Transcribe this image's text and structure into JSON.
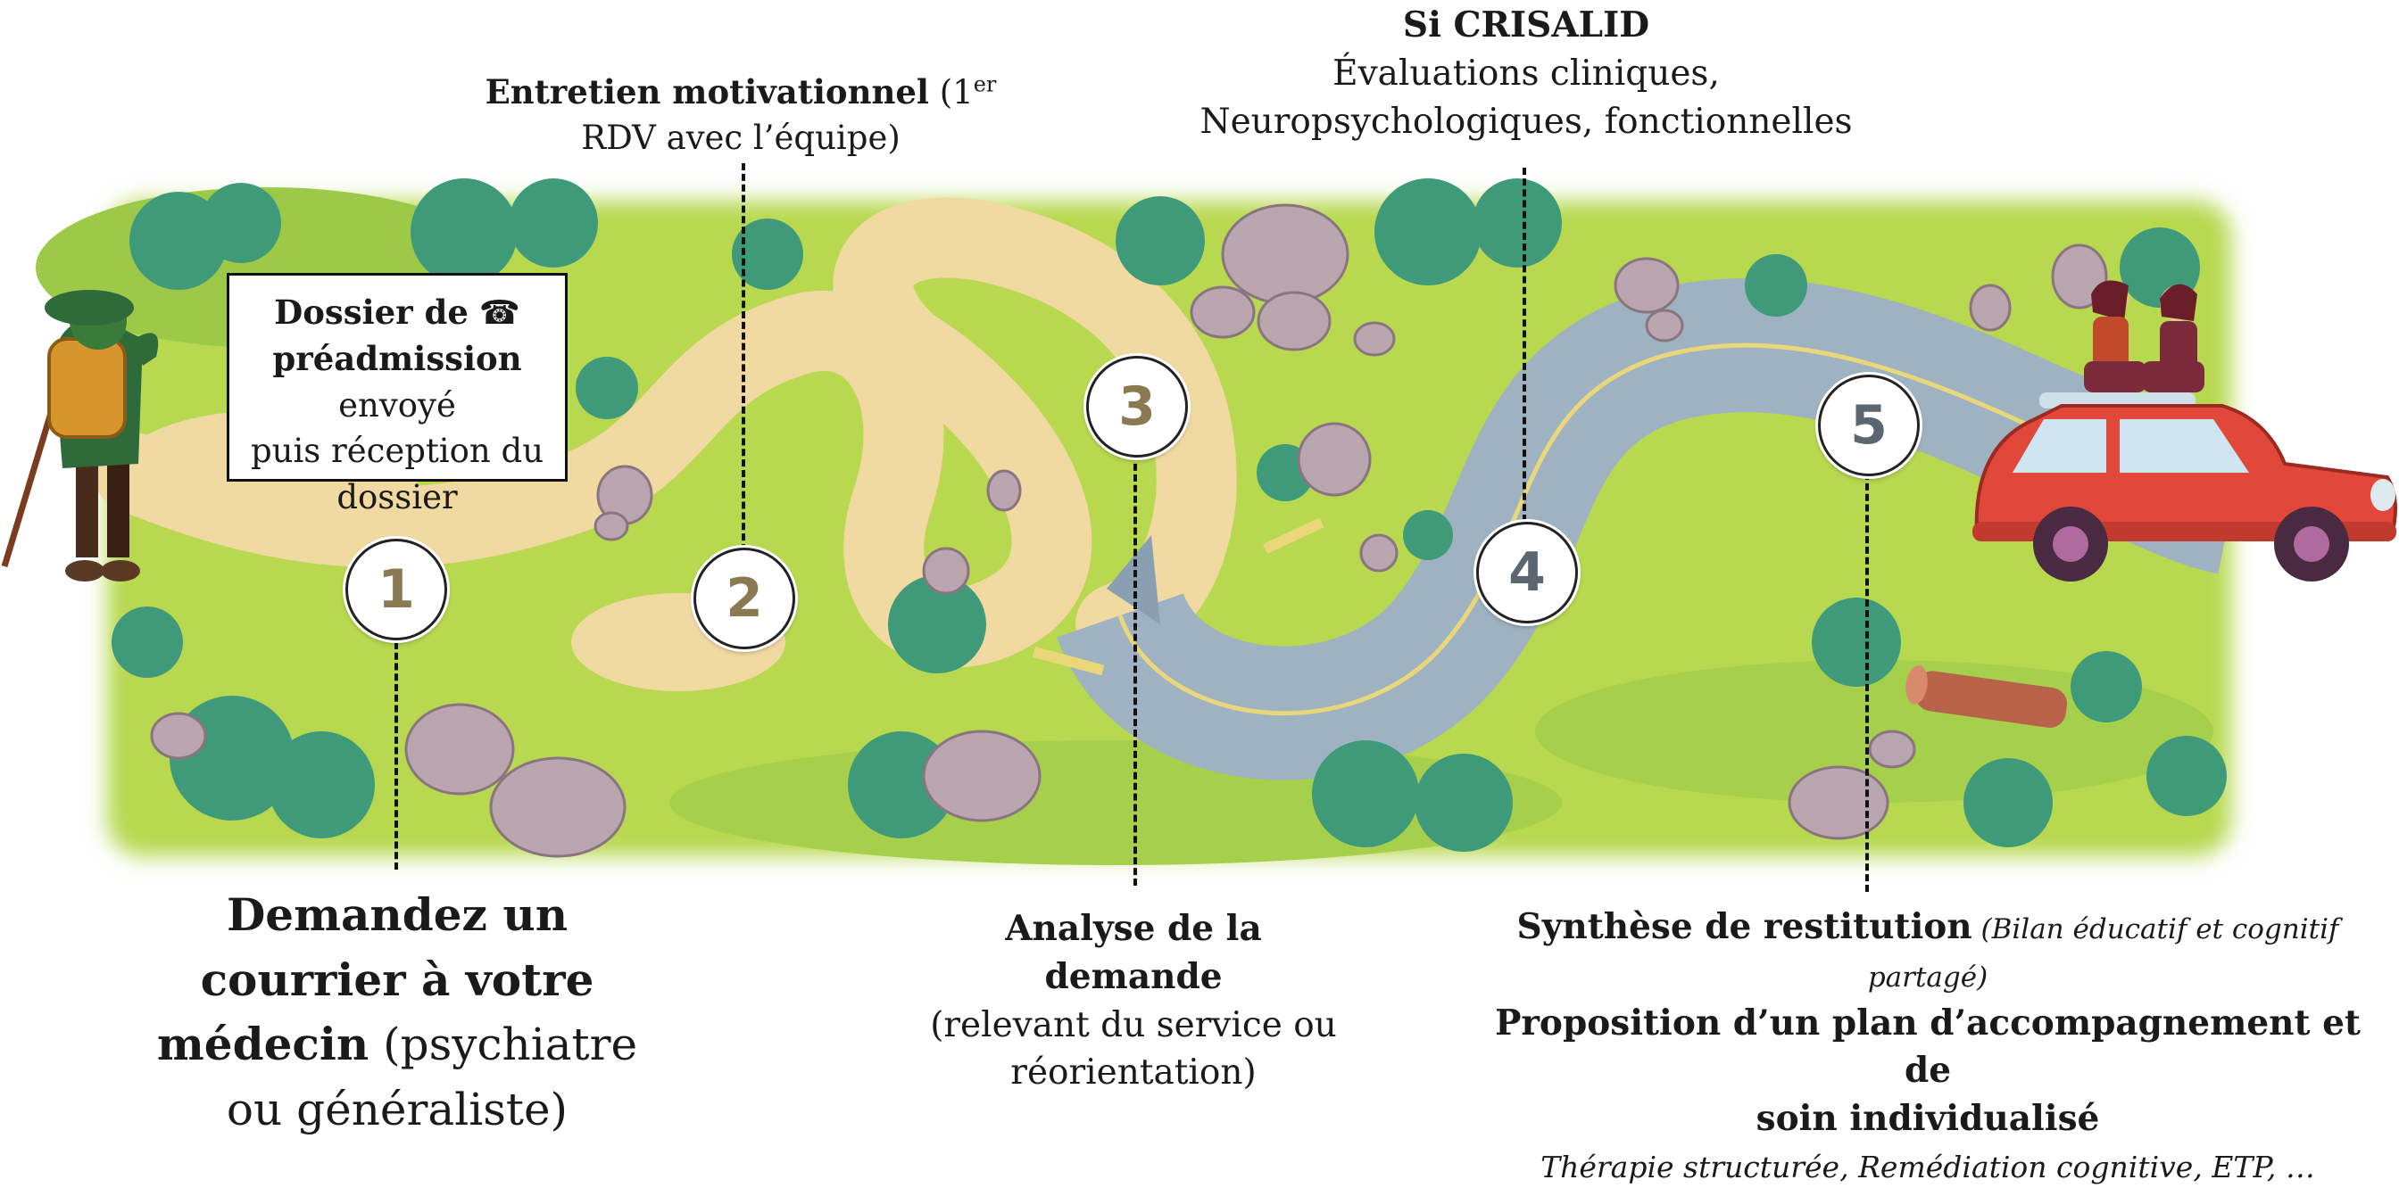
{
  "steps": [
    {
      "number": "1",
      "box_bold_1": "Dossier de",
      "phone_icon": "☎",
      "box_bold_2": "préadmission",
      "box_rest_1": " envoyé",
      "box_line_3": "puis réception du",
      "box_line_4": "dossier",
      "title_line_1": "Demandez un",
      "title_line_2": "courrier à votre",
      "title_line_3_bold": "médecin",
      "title_line_3_rest": " (psychiatre",
      "title_line_4": "ou généraliste)"
    },
    {
      "number": "2",
      "title_bold": "Entretien motivationnel",
      "title_rest": " (1",
      "title_sup": "er",
      "title_line_2": "RDV avec l’équipe)"
    },
    {
      "number": "3",
      "title_bold": "Analyse de la demande",
      "line_2": "(relevant du service ou",
      "line_3": "réorientation)"
    },
    {
      "number": "4",
      "title_bold": "Si CRISALID",
      "line_2": "Évaluations cliniques,",
      "line_3": "Neuropsychologiques, fonctionnelles"
    },
    {
      "number": "5",
      "title_bold": "Synthèse de restitution",
      "title_italic": " (Bilan éducatif et cognitif partagé)",
      "line_2_bold": "Proposition d’un plan d’accompagnement et de",
      "line_3_bold": "soin individualisé",
      "line_4_italic": "Thérapie structurée, Remédiation cognitive, ETP, …"
    }
  ],
  "colors": {
    "grass": "#b7d84f",
    "dark_grass": "#8cbf3f",
    "path": "#f1d9a2",
    "road": "#9eb2c2",
    "road_line": "#e9d77a",
    "bush": "#3f9a7a",
    "rock": "#b9a6ae",
    "car": "#e2483a"
  },
  "icons": [
    "hiker-illustration",
    "car-with-passengers-illustration",
    "phone-icon"
  ]
}
